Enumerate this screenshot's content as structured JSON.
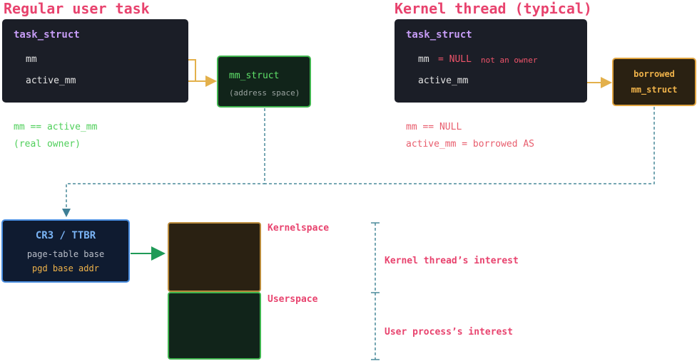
{
  "left": {
    "title": "Regular user task",
    "task_struct": "task_struct",
    "mm": "mm",
    "active_mm": "active_mm",
    "mm_struct_title": "mm_struct",
    "mm_struct_sub": "(address space)",
    "note1": "mm == active_mm",
    "note2": "(real owner)"
  },
  "right": {
    "title": "Kernel thread (typical)",
    "task_struct": "task_struct",
    "mm": "mm",
    "mm_eq": "= NULL",
    "mm_note": "not an owner",
    "active_mm": "active_mm",
    "borrowed1": "borrowed",
    "borrowed2": "mm_struct",
    "note1": "mm == NULL",
    "note2": "active_mm = borrowed AS"
  },
  "cr3": {
    "title": "CR3 / TTBR",
    "sub": "page-table base",
    "addr": "pgd base addr"
  },
  "space": {
    "kernel": "Kernelspace",
    "user": "Userspace",
    "kernel_interest": "Kernel thread’s interest",
    "user_interest": "User process’s interest"
  },
  "colors": {
    "accent": "#e8436e",
    "arrow_gold": "#e3b04b",
    "arrow_green": "#1f9a57",
    "dashed": "#4a8a9a"
  }
}
